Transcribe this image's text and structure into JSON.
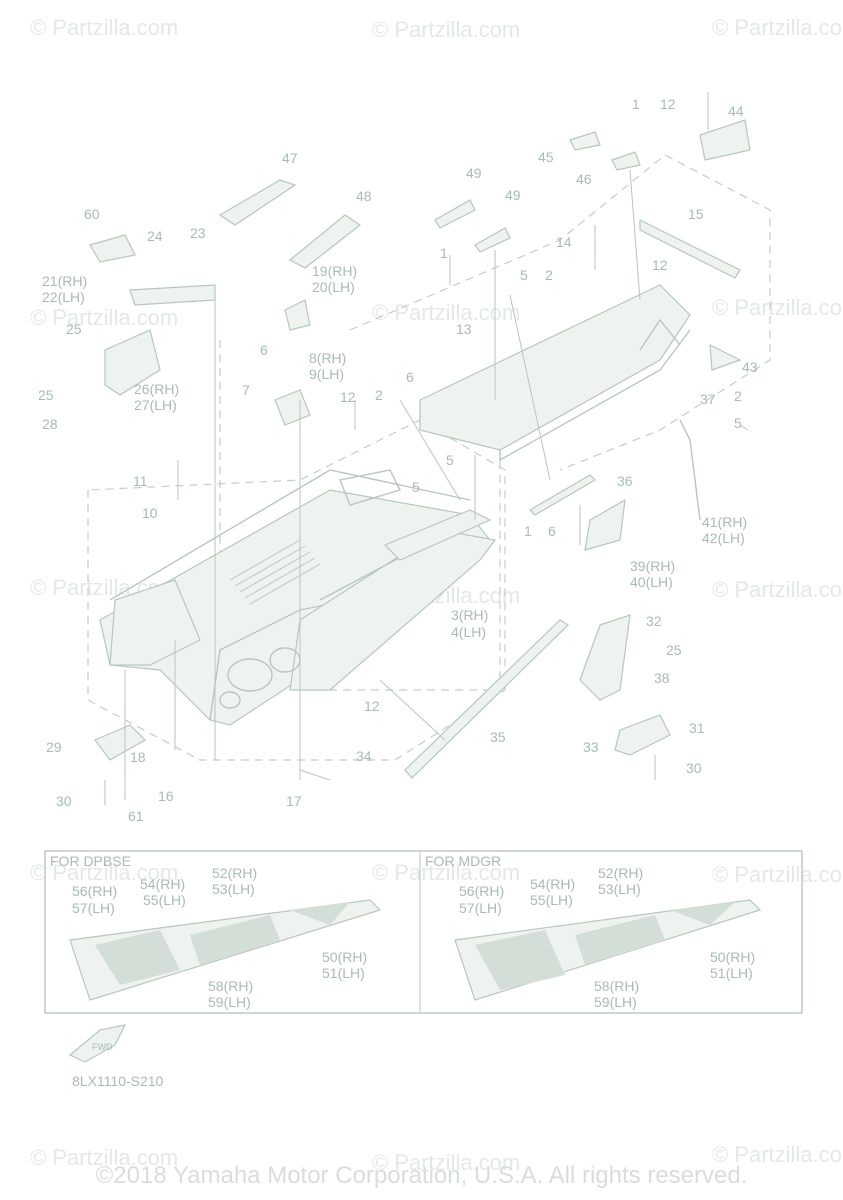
{
  "watermark": "© Partzilla.com",
  "panels": [
    {
      "title": "FOR DPBSE"
    },
    {
      "title": "FOR MDGR"
    }
  ],
  "figure_code": "8LX1110-S210",
  "fwd_label": "FWD",
  "copyright": "©2018 Yamaha Motor Corporation, U.S.A. All rights reserved.",
  "callouts": [
    "1",
    "12",
    "44",
    "45",
    "46",
    "47",
    "48",
    "49",
    "49",
    "60",
    "15",
    "14",
    "12",
    "24",
    "23",
    "21(RH)",
    "22(LH)",
    "19(RH)",
    "20(LH)",
    "1",
    "5",
    "2",
    "13",
    "25",
    "6",
    "8(RH)",
    "9(LH)",
    "43",
    "26(RH)",
    "27(LH)",
    "7",
    "2",
    "6",
    "37",
    "2",
    "5",
    "25",
    "12",
    "28",
    "11",
    "5",
    "36",
    "5",
    "10",
    "1",
    "6",
    "41(RH)",
    "42(LH)",
    "39(RH)",
    "40(LH)",
    "3(RH)",
    "4(LH)",
    "32",
    "25",
    "38",
    "12",
    "31",
    "35",
    "29",
    "18",
    "34",
    "33",
    "30",
    "16",
    "30",
    "17",
    "61",
    "52(RH)",
    "53(LH)",
    "56(RH)",
    "54(RH)",
    "57(LH)",
    "55(LH)",
    "50(RH)",
    "51(LH)",
    "58(RH)",
    "59(LH)",
    "52(RH)",
    "53(LH)",
    "56(RH)",
    "54(RH)",
    "57(LH)",
    "55(LH)",
    "50(RH)",
    "51(LH)",
    "58(RH)",
    "59(LH)"
  ]
}
